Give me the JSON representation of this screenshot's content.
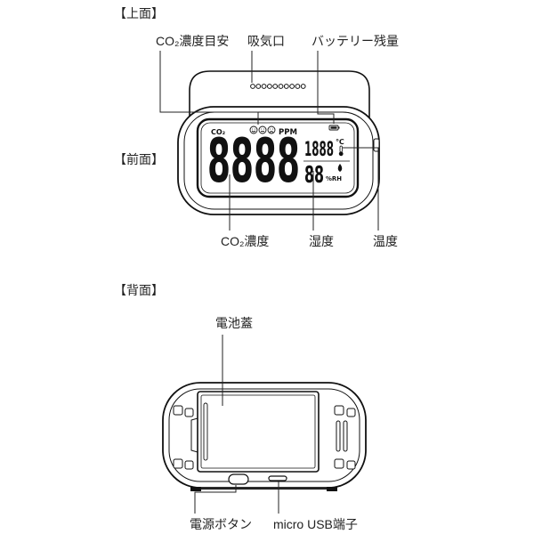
{
  "sections": {
    "top": {
      "title": "【上面】",
      "labels": {
        "co2_guide": "CO₂濃度目安",
        "intake": "吸気口",
        "battery": "バッテリー残量"
      }
    },
    "front": {
      "title": "【前面】",
      "labels": {
        "co2": "CO₂濃度",
        "humidity": "湿度",
        "temperature": "温度"
      }
    },
    "back": {
      "title": "【背面】",
      "labels": {
        "battery_cover": "電池蓋",
        "power_button": "電源ボタン",
        "usb_port": "micro USB端子"
      }
    }
  },
  "display": {
    "co2_label": "CO₂",
    "unit": "PPM",
    "co2_value": "8888",
    "temperature_value": "1888",
    "temperature_unit": "℃",
    "humidity_value": "88",
    "humidity_unit": "%RH"
  },
  "icons": {
    "faces": [
      "smile-face-icon",
      "neutral-face-icon",
      "sad-face-icon"
    ],
    "battery": "battery-icon",
    "thermometer": "thermometer-icon",
    "droplet": "droplet-icon"
  },
  "colors": {
    "line": "#111111",
    "text": "#222222",
    "background": "#ffffff"
  }
}
